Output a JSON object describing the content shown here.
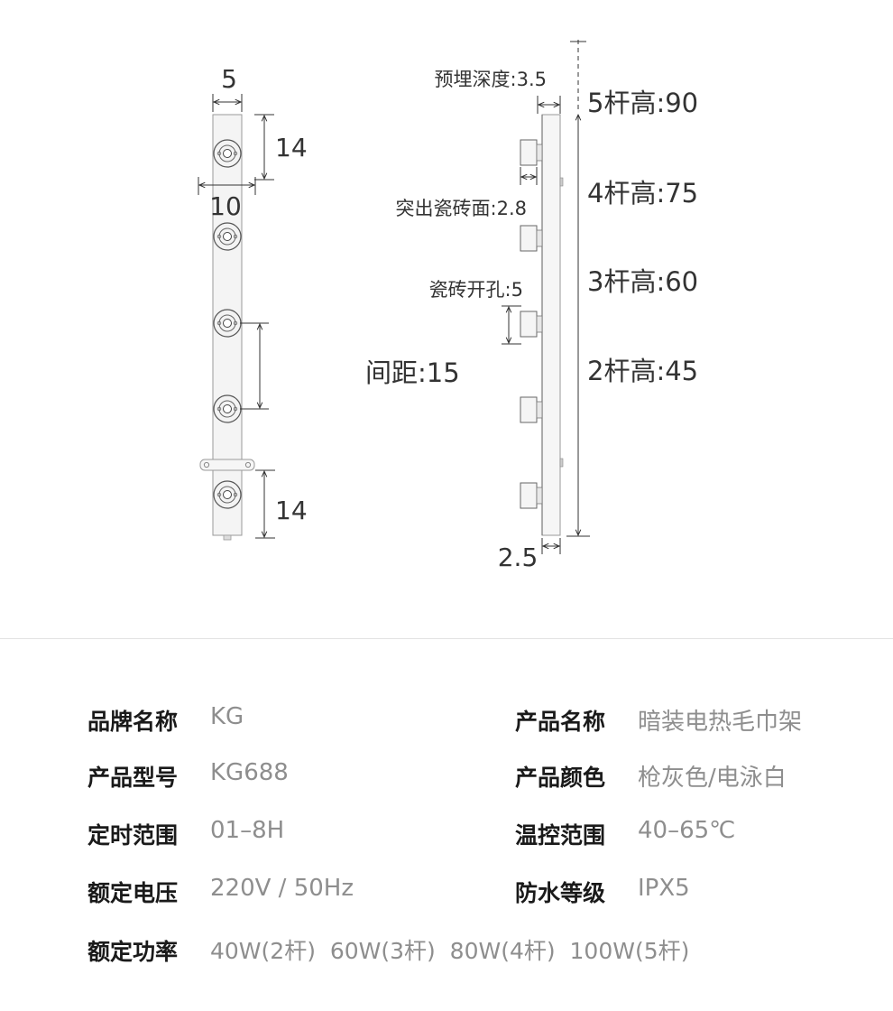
{
  "diagram": {
    "front_view": {
      "width_label": "5",
      "top_spacing_label": "14",
      "bracket_width_label": "10",
      "bottom_spacing_label": "14"
    },
    "side_view": {
      "embed_depth_label": "预埋深度:3.5",
      "protrusion_label": "突出瓷砖面:2.8",
      "tile_hole_label": "瓷砖开孔:5",
      "spacing_label": "间距:15",
      "bar_thickness_label": "2.5",
      "heights": [
        {
          "label": "5杆高:90"
        },
        {
          "label": "4杆高:75"
        },
        {
          "label": "3杆高:60"
        },
        {
          "label": "2杆高:45"
        }
      ]
    }
  },
  "specs": {
    "brand": {
      "label": "品牌名称",
      "value": "KG"
    },
    "product_name": {
      "label": "产品名称",
      "value": "暗装电热毛巾架"
    },
    "model": {
      "label": "产品型号",
      "value": "KG688"
    },
    "color": {
      "label": "产品颜色",
      "value": "枪灰色/电泳白"
    },
    "timer": {
      "label": "定时范围",
      "value": "01–8H"
    },
    "temp": {
      "label": "温控范围",
      "value": "40–65℃"
    },
    "voltage": {
      "label": "额定电压",
      "value": "220V / 50Hz"
    },
    "waterproof": {
      "label": "防水等级",
      "value": "IPX5"
    },
    "power": {
      "label": "额定功率",
      "value": "40W(2杆)  60W(3杆)  80W(4杆)  100W(5杆)"
    }
  }
}
